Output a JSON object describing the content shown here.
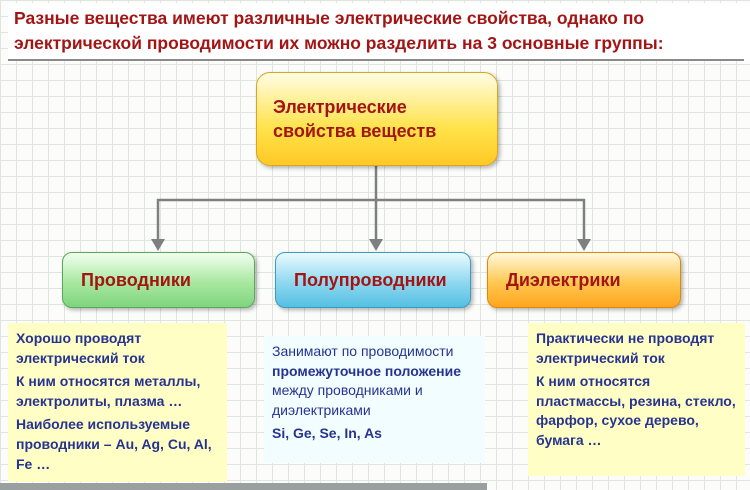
{
  "header": {
    "text": "Разные вещества имеют различные электрические свойства, однако по электрической проводимости их можно разделить на 3 основные группы:"
  },
  "root_box": {
    "label": "Электрические свойства веществ"
  },
  "groups": [
    {
      "label": "Проводники"
    },
    {
      "label": "Полупроводники"
    },
    {
      "label": "Диэлектрики"
    }
  ],
  "notes": {
    "conductors": {
      "line1": "Хорошо проводят электрический ток",
      "line2": "К ним относятся металлы, электролиты, плазма …",
      "line3": "Наиболее используемые проводники – Au, Ag, Cu, Al, Fe …"
    },
    "semiconductors": {
      "p1": "Занимают по проводимости ",
      "p2": "промежуточное положение",
      "p3": " между проводниками и диэлектриками",
      "elements": "Si, Ge, Se, In, As"
    },
    "dielectrics": {
      "line1": "Практически не проводят электрический ток",
      "line2": "К ним относятся пластмассы, резина, стекло, фарфор, сухое дерево, бумага …"
    }
  },
  "colors": {
    "heading_red": "#a31515",
    "note_navy": "#273390",
    "root_yellow": "#ffe24a",
    "conductors_green": "#7fd47f",
    "semiconductors_cyan": "#55c0e2",
    "dielectrics_orange": "#ffa51e",
    "note_yellow": "#ffffc5",
    "note_cyan": "#f2fdff",
    "arrow_gray": "#7f7f7f"
  }
}
